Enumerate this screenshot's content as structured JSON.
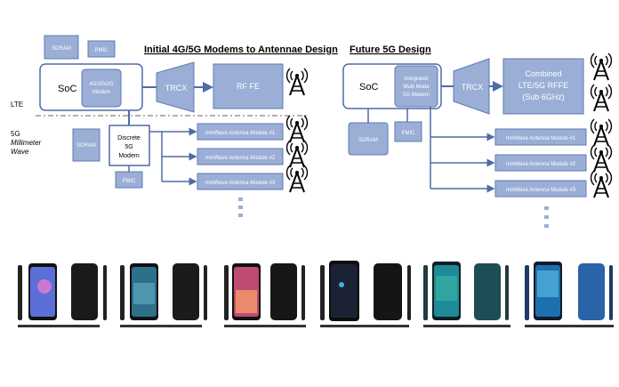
{
  "left": {
    "title": "Initial 4G/5G Modems to Antennae Design",
    "sdram_top": "SDRAM",
    "pmic_top": "PMIC",
    "soc": "SoC",
    "modem": [
      "4G/3G/2G",
      "Modem"
    ],
    "trcx": "TRCX",
    "rffe": "RF FE",
    "lte_label": "LTE",
    "mmw_label": [
      "5G",
      "Millimeter",
      "Wave"
    ],
    "sdram_bottom": "SDRAM",
    "discrete_modem": [
      "Discrete",
      "5G",
      "Modem"
    ],
    "pmic_bottom": "PMIC",
    "modules": [
      "mmWave Antenna Module #1",
      "mmWave Antenna Module #2",
      "mmWave Antenna Module #3"
    ]
  },
  "right": {
    "title": "Future 5G Design",
    "soc": "SoC",
    "modem": [
      "Integrated",
      "Multi Mode",
      "5G Modem"
    ],
    "trcx": "TRCX",
    "rffe": [
      "Combined",
      "LTE/5G RFFE",
      "(Sub 6GHz)"
    ],
    "sdram": "SDRAM",
    "pmic": "PMIC",
    "modules": [
      "mmWave Antenna Module #1",
      "mmWave Antenna Module #2",
      "mmWave Antenna Module #3"
    ]
  },
  "phone_count": 6,
  "colors": {
    "box_fill": "#9aaed6",
    "box_stroke": "#5f78b5",
    "line": "#4f6ba8",
    "text_dark": "#000000",
    "text_light": "#ffffff"
  }
}
